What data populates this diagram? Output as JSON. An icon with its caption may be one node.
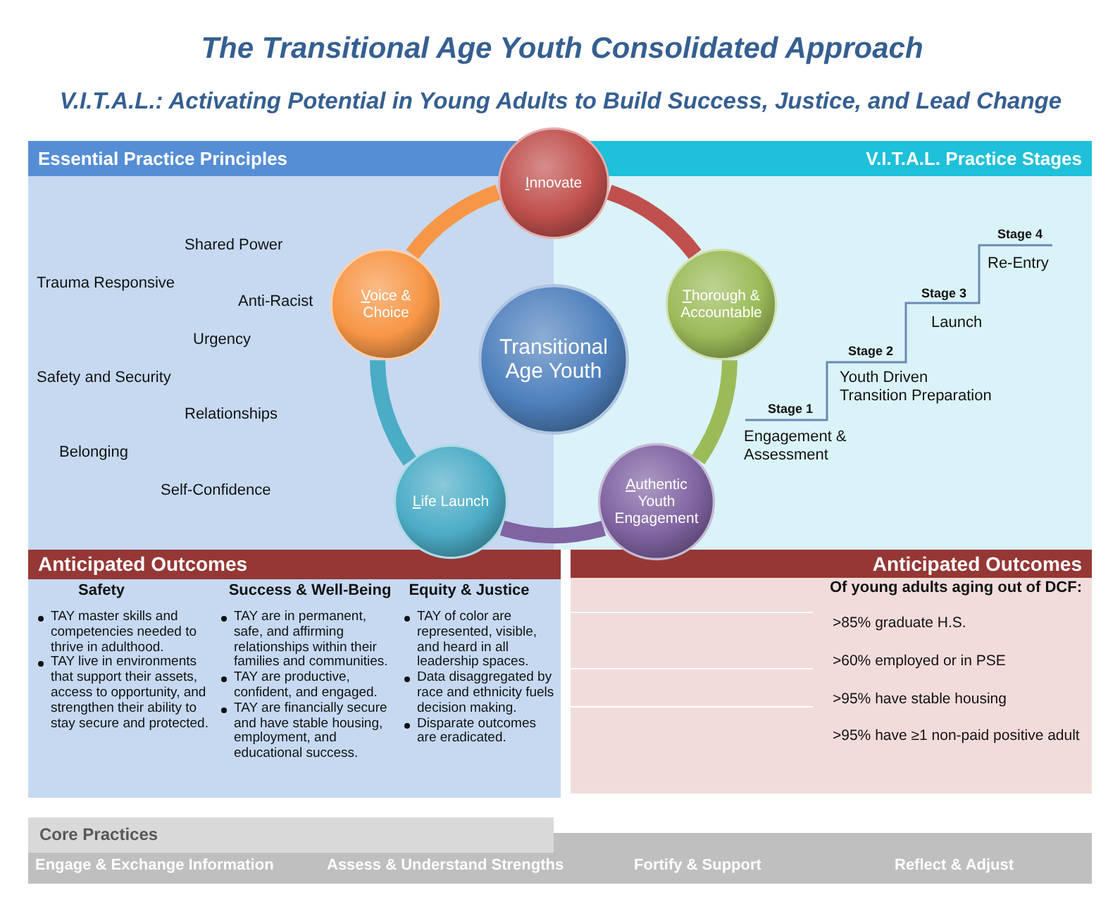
{
  "diagram": {
    "title": "The Transitional Age Youth Consolidated Approach",
    "nodes": [
      {
        "text": [
          "Essential Practice Principles",
          "Shared Power",
          "Trauma Responsive",
          "Anti-Racist",
          "Urgency",
          "Safety and Security",
          "Relationships",
          "Belonging",
          "Self-Confidence"
        ]
      },
      {
        "text": [
          "V.I.T.A.L. Practice Stages",
          "Stage 1",
          "Engagement & Assessment",
          "Stage 2",
          "Youth Driven Transition Preparation",
          "Stage 3",
          "Launch",
          "Stage 4",
          "Re-Entry"
        ]
      },
      {
        "text": [
          "Innovate"
        ]
      },
      {
        "text": [
          "Voice & Choice"
        ],
        "in": 0
      },
      {
        "text": [
          "Transitional Age Youth"
        ]
      },
      {
        "text": [
          "Thorough & Accountable"
        ],
        "in": 1
      },
      {
        "text": [
          "Life Launch"
        ]
      },
      {
        "text": [
          "Authentic Youth Engagement"
        ]
      },
      {
        "text": [
          "Anticipated Outcomes",
          "Safety",
          "TAY master skills and competencies needed to thrive in adulthood.",
          "TAY live in environments that support their assets, access to opportunity, and strengthen their ability to stay secure and protected.",
          "Success & Well-Being",
          "TAY are in permanent, safe, and affirming relationships within their families and communities.",
          "TAY are productive, confident, and engaged.",
          "TAY are financially secure and have stable housing, employment, and educational success.",
          "Equity & Justice",
          "TAY of color are represented, visible, and heard in all leadership spaces.",
          "Data disaggregated by race and ethnicity fuels decision making.",
          "Disparate outcomes are eradicated."
        ]
      },
      {
        "text": [
          "Anticipated Outcomes",
          "Of young adults aging out of DCF:",
          ">85% graduate H.S.",
          ">60% employed or in PSE",
          ">95% have stable housing",
          ">95% have ≥1 non-paid positive adult"
        ]
      },
      {
        "text": [
          "Core Practices",
          "Engage & Exchange Information",
          "Assess & Understand Strengths",
          "Fortify & Support",
          "Reflect & Adjust"
        ]
      }
    ],
    "edges": [
      {
        "from": 2,
        "to": 5,
        "arrow": "none",
        "color": "#c0504d"
      },
      {
        "from": 5,
        "to": 7,
        "arrow": "none",
        "color": "#9bbb59"
      },
      {
        "from": 7,
        "to": 6,
        "arrow": "none",
        "color": "#8064a2"
      },
      {
        "from": 6,
        "to": 3,
        "arrow": "none",
        "color": "#4bacc6"
      },
      {
        "from": 3,
        "to": 2,
        "arrow": "none",
        "color": "#f79646"
      }
    ],
    "labels": [
      "V.I.T.A.L.: Activating Potential in Young Adults to Build Success, Justice, and Lead Change"
    ]
  }
}
